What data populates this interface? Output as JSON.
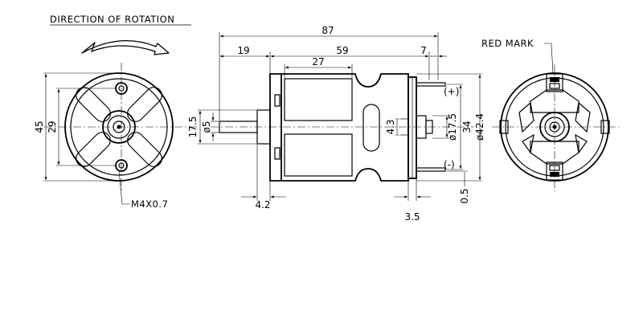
{
  "labels": {
    "direction_of_rotation": "DIRECTION OF ROTATION",
    "red_mark": "RED MARK",
    "thread": "M4X0.7",
    "plus": "(+)",
    "minus": "(-)"
  },
  "dimensions": {
    "overall_length": "87",
    "shaft_length": "19",
    "body_length": "59",
    "magnet_length": "27",
    "rear_length": "7",
    "flange_offset": "4.2",
    "terminal_offset": "3.5",
    "terminal_gap": "0.5",
    "front_height": "45",
    "front_bolt_spacing": "29",
    "boss_diameter": "17.5",
    "shaft_diameter": "ø5",
    "rear_hole_height": "4.3",
    "rear_boss_diameter": "ø17.5",
    "rear_height": "34",
    "body_diameter": "ø42.4"
  }
}
